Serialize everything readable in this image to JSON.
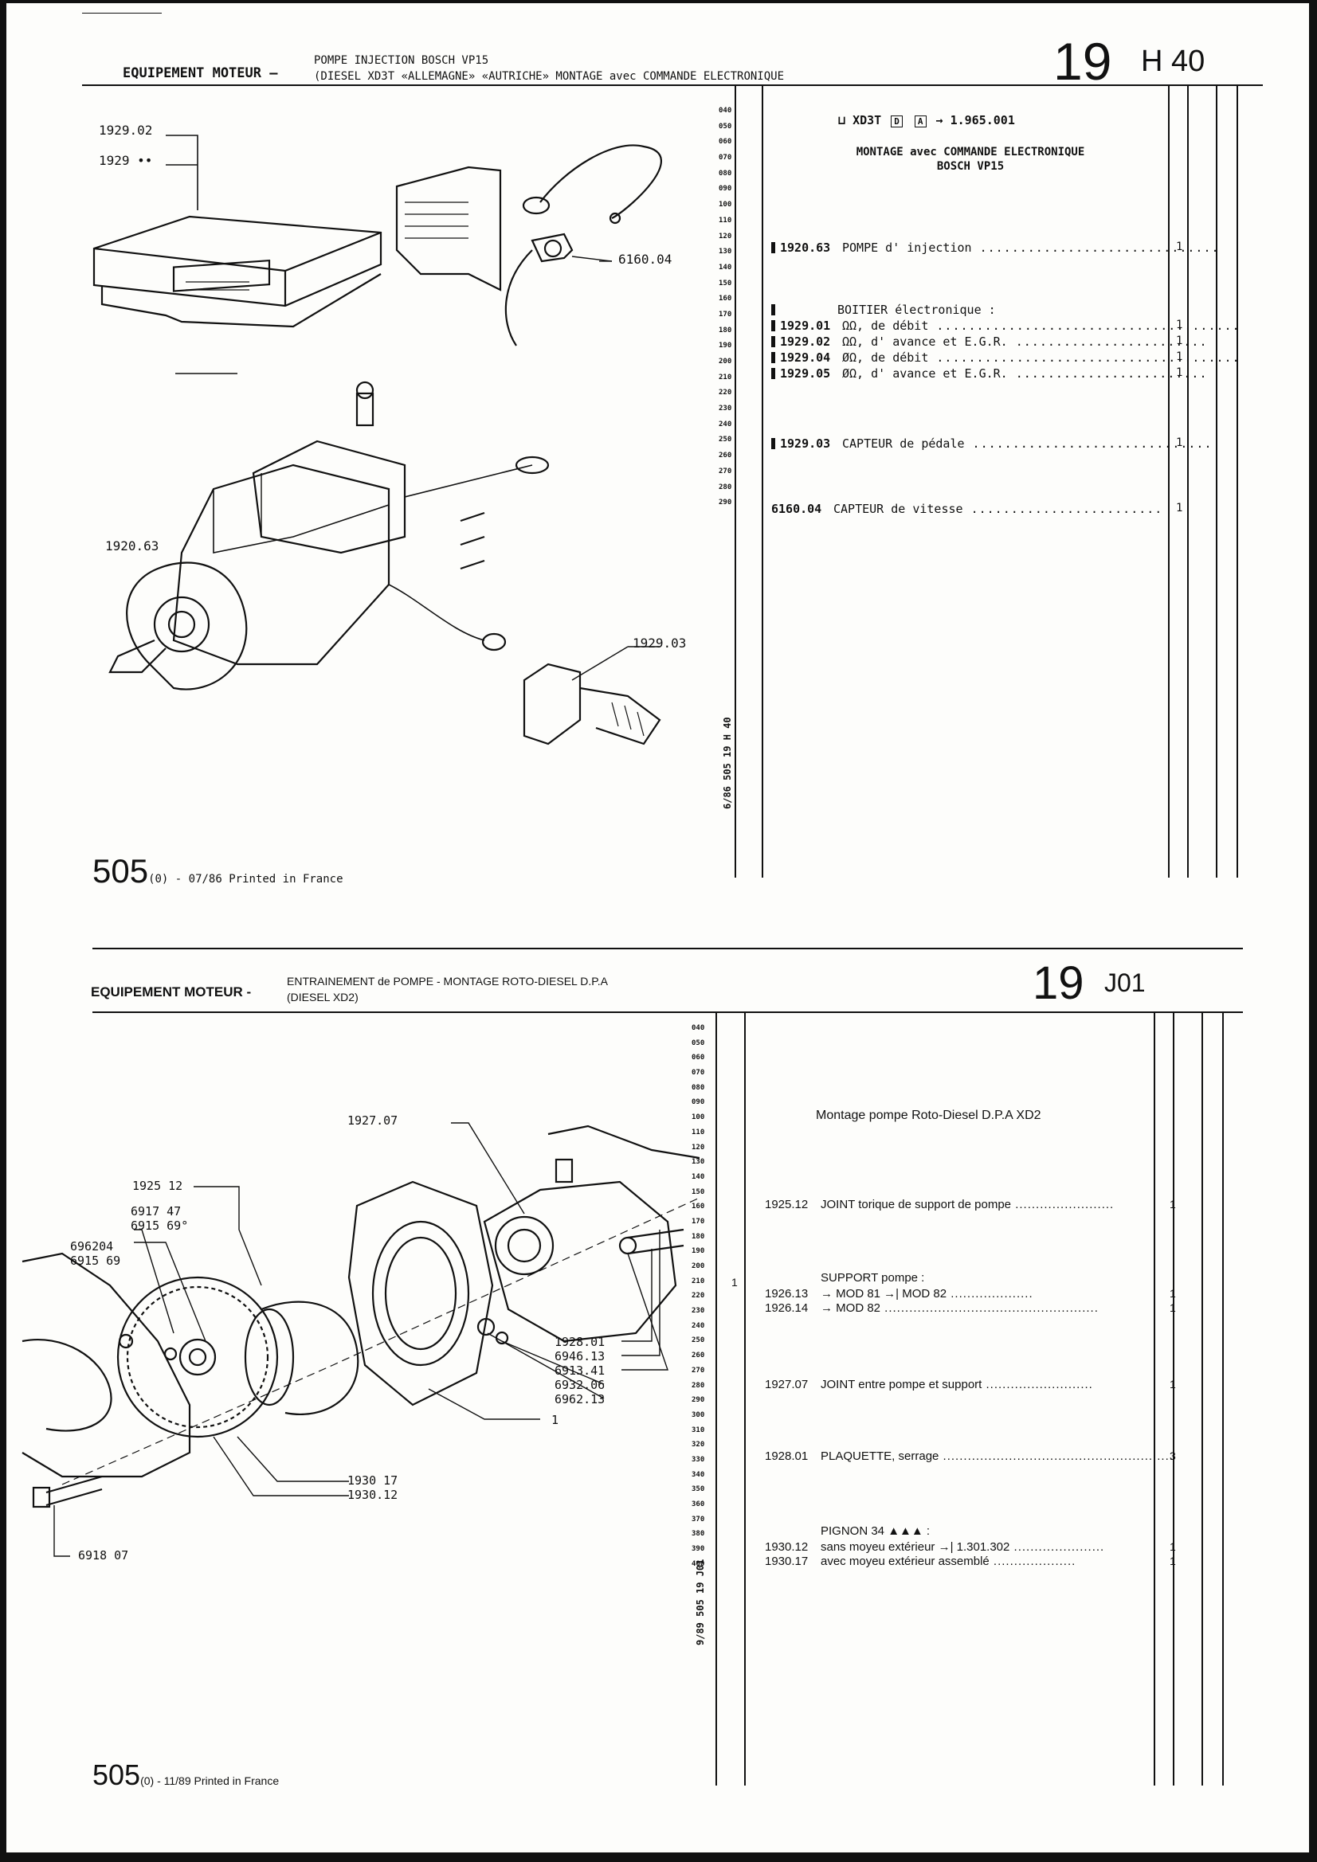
{
  "top": {
    "section": "EQUIPEMENT MOTEUR",
    "dash": "–",
    "title_line1": "POMPE INJECTION BOSCH VP15",
    "title_line2": "(DIESEL XD3T «ALLEMAGNE» «AUTRICHE» MONTAGE avec COMMANDE ELECTRONIQUE",
    "group": "19",
    "sheet": "H 40",
    "ticks": [
      "040",
      "050",
      "060",
      "070",
      "080",
      "090",
      "100",
      "110",
      "120",
      "130",
      "140",
      "150",
      "160",
      "170",
      "180",
      "190",
      "200",
      "210",
      "220",
      "230",
      "240",
      "250",
      "260",
      "270",
      "280",
      "290"
    ],
    "vertical_ref": "6/86  505  19 H 40",
    "callouts": {
      "c1": "1929.02",
      "c2": "1929 ••",
      "c3": "6160.04",
      "c4": "1920.63",
      "c5": "1929.03"
    },
    "header_engine": "XD3T",
    "header_box_d": "D",
    "header_box_a": "A",
    "header_arrow": "→",
    "header_serial": "1.965.001",
    "heading1": "MONTAGE avec COMMANDE ELECTRONIQUE",
    "heading2": "BOSCH VP15",
    "rows": [
      {
        "ref": "1920.63",
        "text": "POMPE d' injection",
        "qty": "1"
      },
      {
        "ref": "",
        "text": "BOITIER électronique :",
        "qty": ""
      },
      {
        "ref": "1929.01",
        "text": "ΩΩ, de débit",
        "qty": "1"
      },
      {
        "ref": "1929.02",
        "text": "ΩΩ, d' avance et E.G.R.",
        "qty": "1"
      },
      {
        "ref": "1929.04",
        "text": "ØΩ, de débit",
        "qty": "1"
      },
      {
        "ref": "1929.05",
        "text": "ØΩ, d' avance et E.G.R.",
        "qty": "1"
      },
      {
        "ref": "1929.03",
        "text": "CAPTEUR de pédale",
        "qty": "1"
      },
      {
        "ref": "6160.04",
        "text": "CAPTEUR de vitesse",
        "qty": "1"
      }
    ],
    "footer_num": "505",
    "footer_txt": "(0) - 07/86  Printed in France"
  },
  "bottom": {
    "section": "EQUIPEMENT MOTEUR",
    "dash": "-",
    "title_line1": "ENTRAINEMENT de POMPE - MONTAGE ROTO-DIESEL D.P.A",
    "title_line2": "(DIESEL XD2)",
    "group": "19",
    "sheet": "J01",
    "ticks": [
      "040",
      "050",
      "060",
      "070",
      "080",
      "090",
      "100",
      "110",
      "120",
      "130",
      "140",
      "150",
      "160",
      "170",
      "180",
      "190",
      "200",
      "210",
      "220",
      "230",
      "240",
      "250",
      "260",
      "270",
      "280",
      "290",
      "300",
      "310",
      "320",
      "330",
      "340",
      "350",
      "360",
      "370",
      "380",
      "390",
      "400"
    ],
    "vertical_ref": "9/89  505 19 J01",
    "side_qty": "1",
    "callouts": {
      "c1": "1927.07",
      "c2": "1925 12",
      "c3": "6917 47",
      "c4": "6915 69°",
      "c5": "696204",
      "c6": "6915 69",
      "c7": "1928.01",
      "c8": "6946.13",
      "c9": "6913.41",
      "c10": "6932.06",
      "c11": "6962.13",
      "c12": "1",
      "c13": "1930 17",
      "c14": "1930.12",
      "c15": "6918 07"
    },
    "heading": "Montage pompe Roto-Diesel D.P.A XD2",
    "rows": [
      {
        "ref": "1925.12",
        "text": "JOINT torique de support de pompe",
        "qty": "1"
      },
      {
        "ref": "",
        "text": "SUPPORT pompe :",
        "qty": ""
      },
      {
        "ref": "1926.13",
        "text": "→ MOD 81 →| MOD 82",
        "qty": "1"
      },
      {
        "ref": "1926.14",
        "text": "→ MOD 82",
        "qty": "1"
      },
      {
        "ref": "1927.07",
        "text": "JOINT entre pompe et support",
        "qty": "1"
      },
      {
        "ref": "1928.01",
        "text": "PLAQUETTE, serrage",
        "qty": "3"
      },
      {
        "ref": "",
        "text": "PIGNON 34 ▲▲▲ :",
        "qty": ""
      },
      {
        "ref": "1930.12",
        "text": "sans moyeu extérieur →| 1.301.302",
        "qty": "1"
      },
      {
        "ref": "1930.17",
        "text": "avec moyeu extérieur assemblé",
        "qty": "1"
      }
    ],
    "footer_num": "505",
    "footer_txt": "(0) - 11/89 Printed in France"
  }
}
